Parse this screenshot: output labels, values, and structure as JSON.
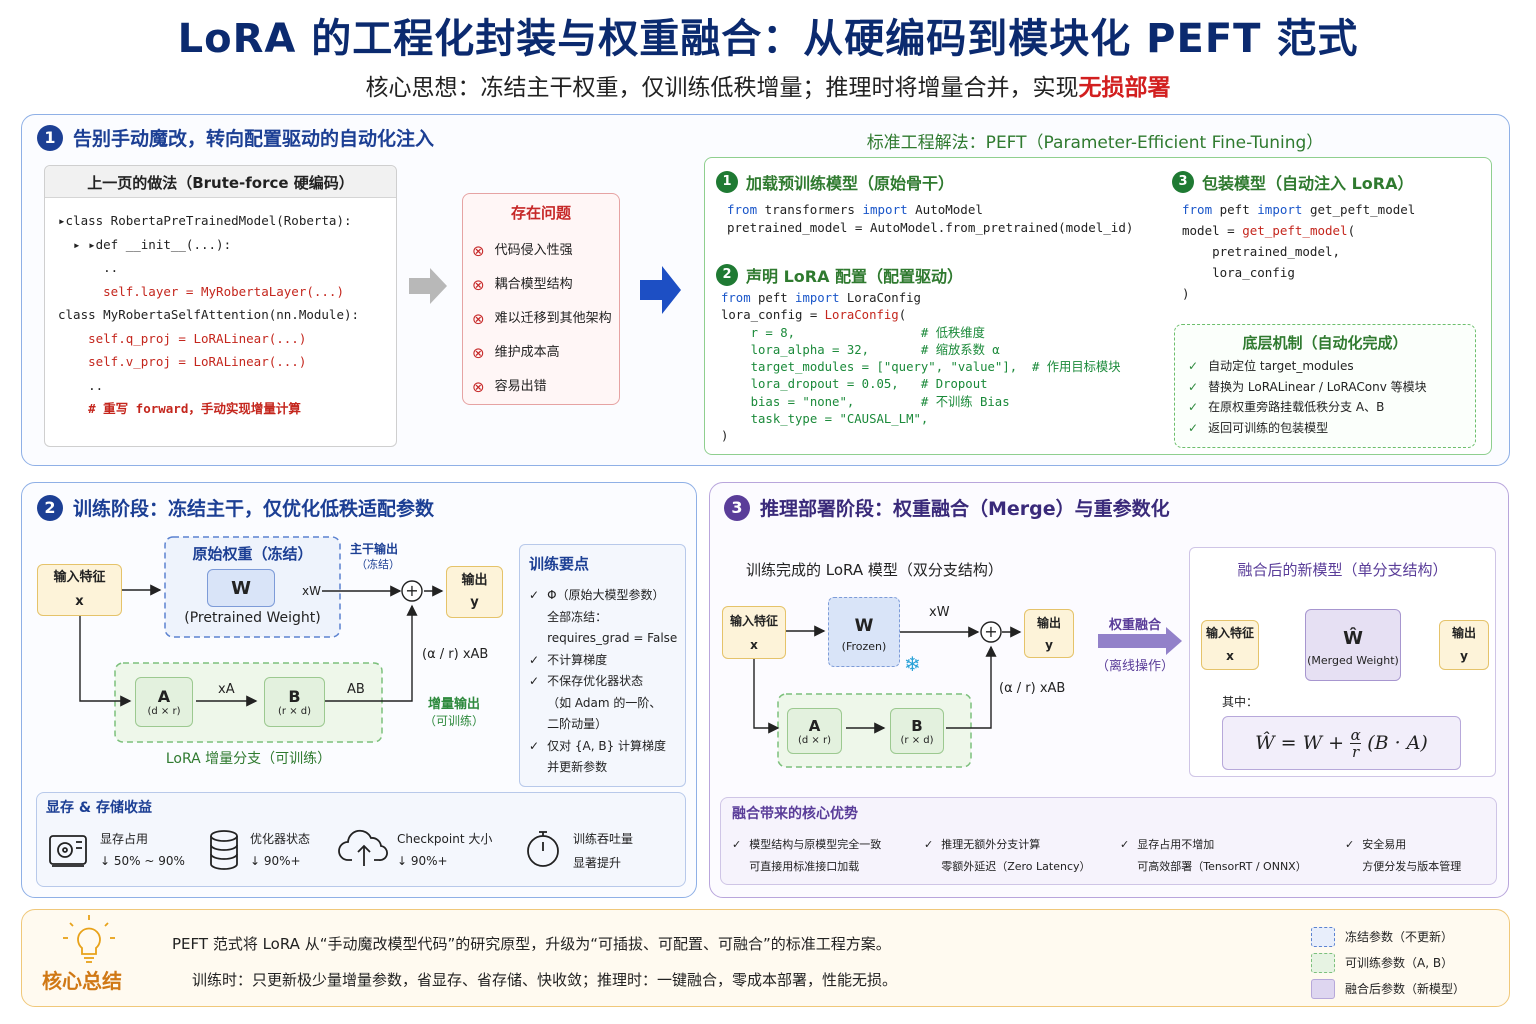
{
  "title": "LoRA 的工程化封装与权重融合：从硬编码到模块化 PEFT 范式",
  "subtitle_main": "核心思想：冻结主干权重，仅训练低秩增量；推理时将增量合并，实现",
  "subtitle_highlight": "无损部署",
  "s1": {
    "num": "1",
    "heading": "告别手动魔改，转向配置驱动的自动化注入",
    "old_title": "上一页的做法（Brute-force 硬编码）",
    "old_code": [
      "▸class RobertaPreTrainedModel(Roberta):",
      "  ▸ ▸def __init__(...):",
      "      ..",
      "      self.layer = MyRobertaLayer(...)",
      "class MyRobertaSelfAttention(nn.Module):",
      "    self.q_proj = LoRALinear(...)",
      "    self.v_proj = LoRALinear(...)",
      "    ..",
      "    # 重写 forward，手动实现增量计算"
    ],
    "problem_title": "存在问题",
    "problems": [
      "代码侵入性强",
      "耦合模型结构",
      "难以迁移到其他架构",
      "维护成本高",
      "容易出错"
    ],
    "std_title": "标准工程解法：PEFT（Parameter-Efficient Fine-Tuning）",
    "step1": {
      "num": "1",
      "title": "加载预训练模型（原始骨干）",
      "code": [
        "from transformers import AutoModel",
        "pretrained_model = AutoModel.from_pretrained(model_id)"
      ]
    },
    "step2": {
      "num": "2",
      "title": "声明 LoRA 配置（配置驱动）",
      "code": [
        "from peft import LoraConfig",
        "lora_config = LoraConfig(",
        "    r = 8,                 # 低秩维度",
        "    lora_alpha = 32,       # 缩放系数 α",
        "    target_modules = [\"query\", \"value\"],  # 作用目标模块",
        "    lora_dropout = 0.05,   # Dropout",
        "    bias = \"none\",         # 不训练 Bias",
        "    task_type = \"CAUSAL_LM\",",
        ")"
      ]
    },
    "step3": {
      "num": "3",
      "title": "包装模型（自动注入 LoRA）",
      "code": [
        "from peft import get_peft_model",
        "model = get_peft_model(",
        "    pretrained_model,",
        "    lora_config",
        ")"
      ]
    },
    "mech_title": "底层机制（自动化完成）",
    "mech": [
      "自动定位 target_modules",
      "替换为 LoRALinear / LoRAConv 等模块",
      "在原权重旁路挂载低秩分支 A、B",
      "返回可训练的包装模型"
    ]
  },
  "s2": {
    "num": "2",
    "heading": "训练阶段：冻结主干，仅优化低秩适配参数",
    "input": "输入特征",
    "input_var": "x",
    "frozen_title": "原始权重（冻结）",
    "w": "W",
    "w_sub": "(Pretrained Weight)",
    "main_out": "主干输出",
    "main_out_sub": "（冻结）",
    "xw": "xW",
    "out": "输出",
    "out_var": "y",
    "a": "A",
    "a_dim": "(d × r)",
    "b": "B",
    "b_dim": "(r × d)",
    "xa": "xA",
    "ab": "AB",
    "scale": "(α / r) xAB",
    "inc_out": "增量输出",
    "inc_out_sub": "（可训练）",
    "lora_label": "LoRA 增量分支（可训练）",
    "key_title": "训练要点",
    "keys": [
      [
        "Φ（原始大模型参数）",
        "全部冻结：",
        "requires_grad = False"
      ],
      [
        "不计算梯度"
      ],
      [
        "不保存优化器状态",
        "（如 Adam 的一阶、",
        "二阶动量）"
      ],
      [
        "仅对 {A, B} 计算梯度",
        "并更新参数"
      ]
    ],
    "gain_title": "显存 & 存储收益",
    "gains": [
      {
        "name": "显存占用",
        "val": "↓ 50% ~ 90%",
        "icon": "gpu-icon"
      },
      {
        "name": "优化器状态",
        "val": "↓ 90%+",
        "icon": "database-icon"
      },
      {
        "name": "Checkpoint 大小",
        "val": "↓ 90%+",
        "icon": "cloud-upload-icon"
      },
      {
        "name": "训练吞吐量",
        "val": "显著提升",
        "icon": "stopwatch-icon"
      }
    ]
  },
  "s3": {
    "num": "3",
    "heading": "推理部署阶段：权重融合（Merge）与重参数化",
    "left_title": "训练完成的 LoRA 模型（双分支结构）",
    "input": "输入特征",
    "input_var": "x",
    "w": "W",
    "w_sub": "(Frozen)",
    "xw": "xW",
    "out": "输出",
    "out_var": "y",
    "a": "A",
    "a_dim": "(d × r)",
    "b": "B",
    "b_dim": "(r × d)",
    "scale": "(α / r) xAB",
    "merge": "权重融合",
    "merge_sub": "（离线操作）",
    "right_title": "融合后的新模型（单分支结构）",
    "w_hat": "Ŵ",
    "w_hat_sub": "(Merged Weight)",
    "where": "其中：",
    "adv_title": "融合带来的核心优势",
    "advs": [
      [
        "模型结构与原模型完全一致",
        "可直接用标准接口加载"
      ],
      [
        "推理无额外分支计算",
        "零额外延迟（Zero Latency）"
      ],
      [
        "显存占用不增加",
        "可高效部署（TensorRT / ONNX）"
      ],
      [
        "安全易用",
        "方便分发与版本管理"
      ]
    ]
  },
  "summary": {
    "title": "核心总结",
    "line1": "PEFT 范式将 LoRA 从“手动魔改模型代码”的研究原型，升级为“可插拔、可配置、可融合”的标准工程方案。",
    "line2": "训练时：只更新极少量增量参数，省显存、省存储、快收敛；推理时：一键融合，零成本部署，性能无损。",
    "legend": [
      "冻结参数（不更新）",
      "可训练参数（A, B）",
      "融合后参数（新模型）"
    ]
  },
  "colors": {
    "navy": "#1c3f94",
    "green": "#2f8a3e",
    "purple": "#5a3d99",
    "red": "#d21f1f"
  }
}
